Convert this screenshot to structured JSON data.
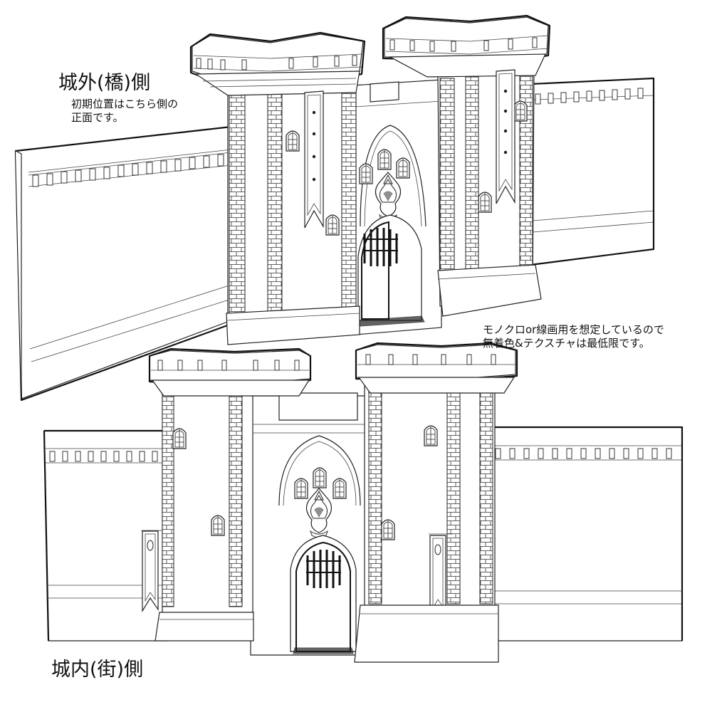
{
  "labels": {
    "outer_side_title": "城外(橋)側",
    "outer_side_note_line1": "初期位置はこちら側の",
    "outer_side_note_line2": "正面です。",
    "inner_side_title": "城内(街)側",
    "render_note_line1": "モノクロor線画用を想定しているので",
    "render_note_line2": "無着色&テクスチャは最低限です。"
  },
  "illustrations": {
    "top_view": {
      "name": "castle-gatehouse-outer-bridge-side",
      "elements": [
        "left-curtain-wall",
        "left-tower",
        "gate-arch",
        "portcullis",
        "crest",
        "right-tower",
        "right-curtain-wall",
        "banner-left-tower",
        "banner-right-tower"
      ]
    },
    "bottom_view": {
      "name": "castle-gatehouse-inner-town-side",
      "elements": [
        "left-curtain-wall",
        "left-tower",
        "gate-arch",
        "portcullis",
        "crest",
        "right-tower",
        "right-curtain-wall",
        "hanging-banner-left",
        "hanging-banner-right"
      ]
    }
  },
  "colors": {
    "line": "#222222",
    "background": "#ffffff"
  }
}
